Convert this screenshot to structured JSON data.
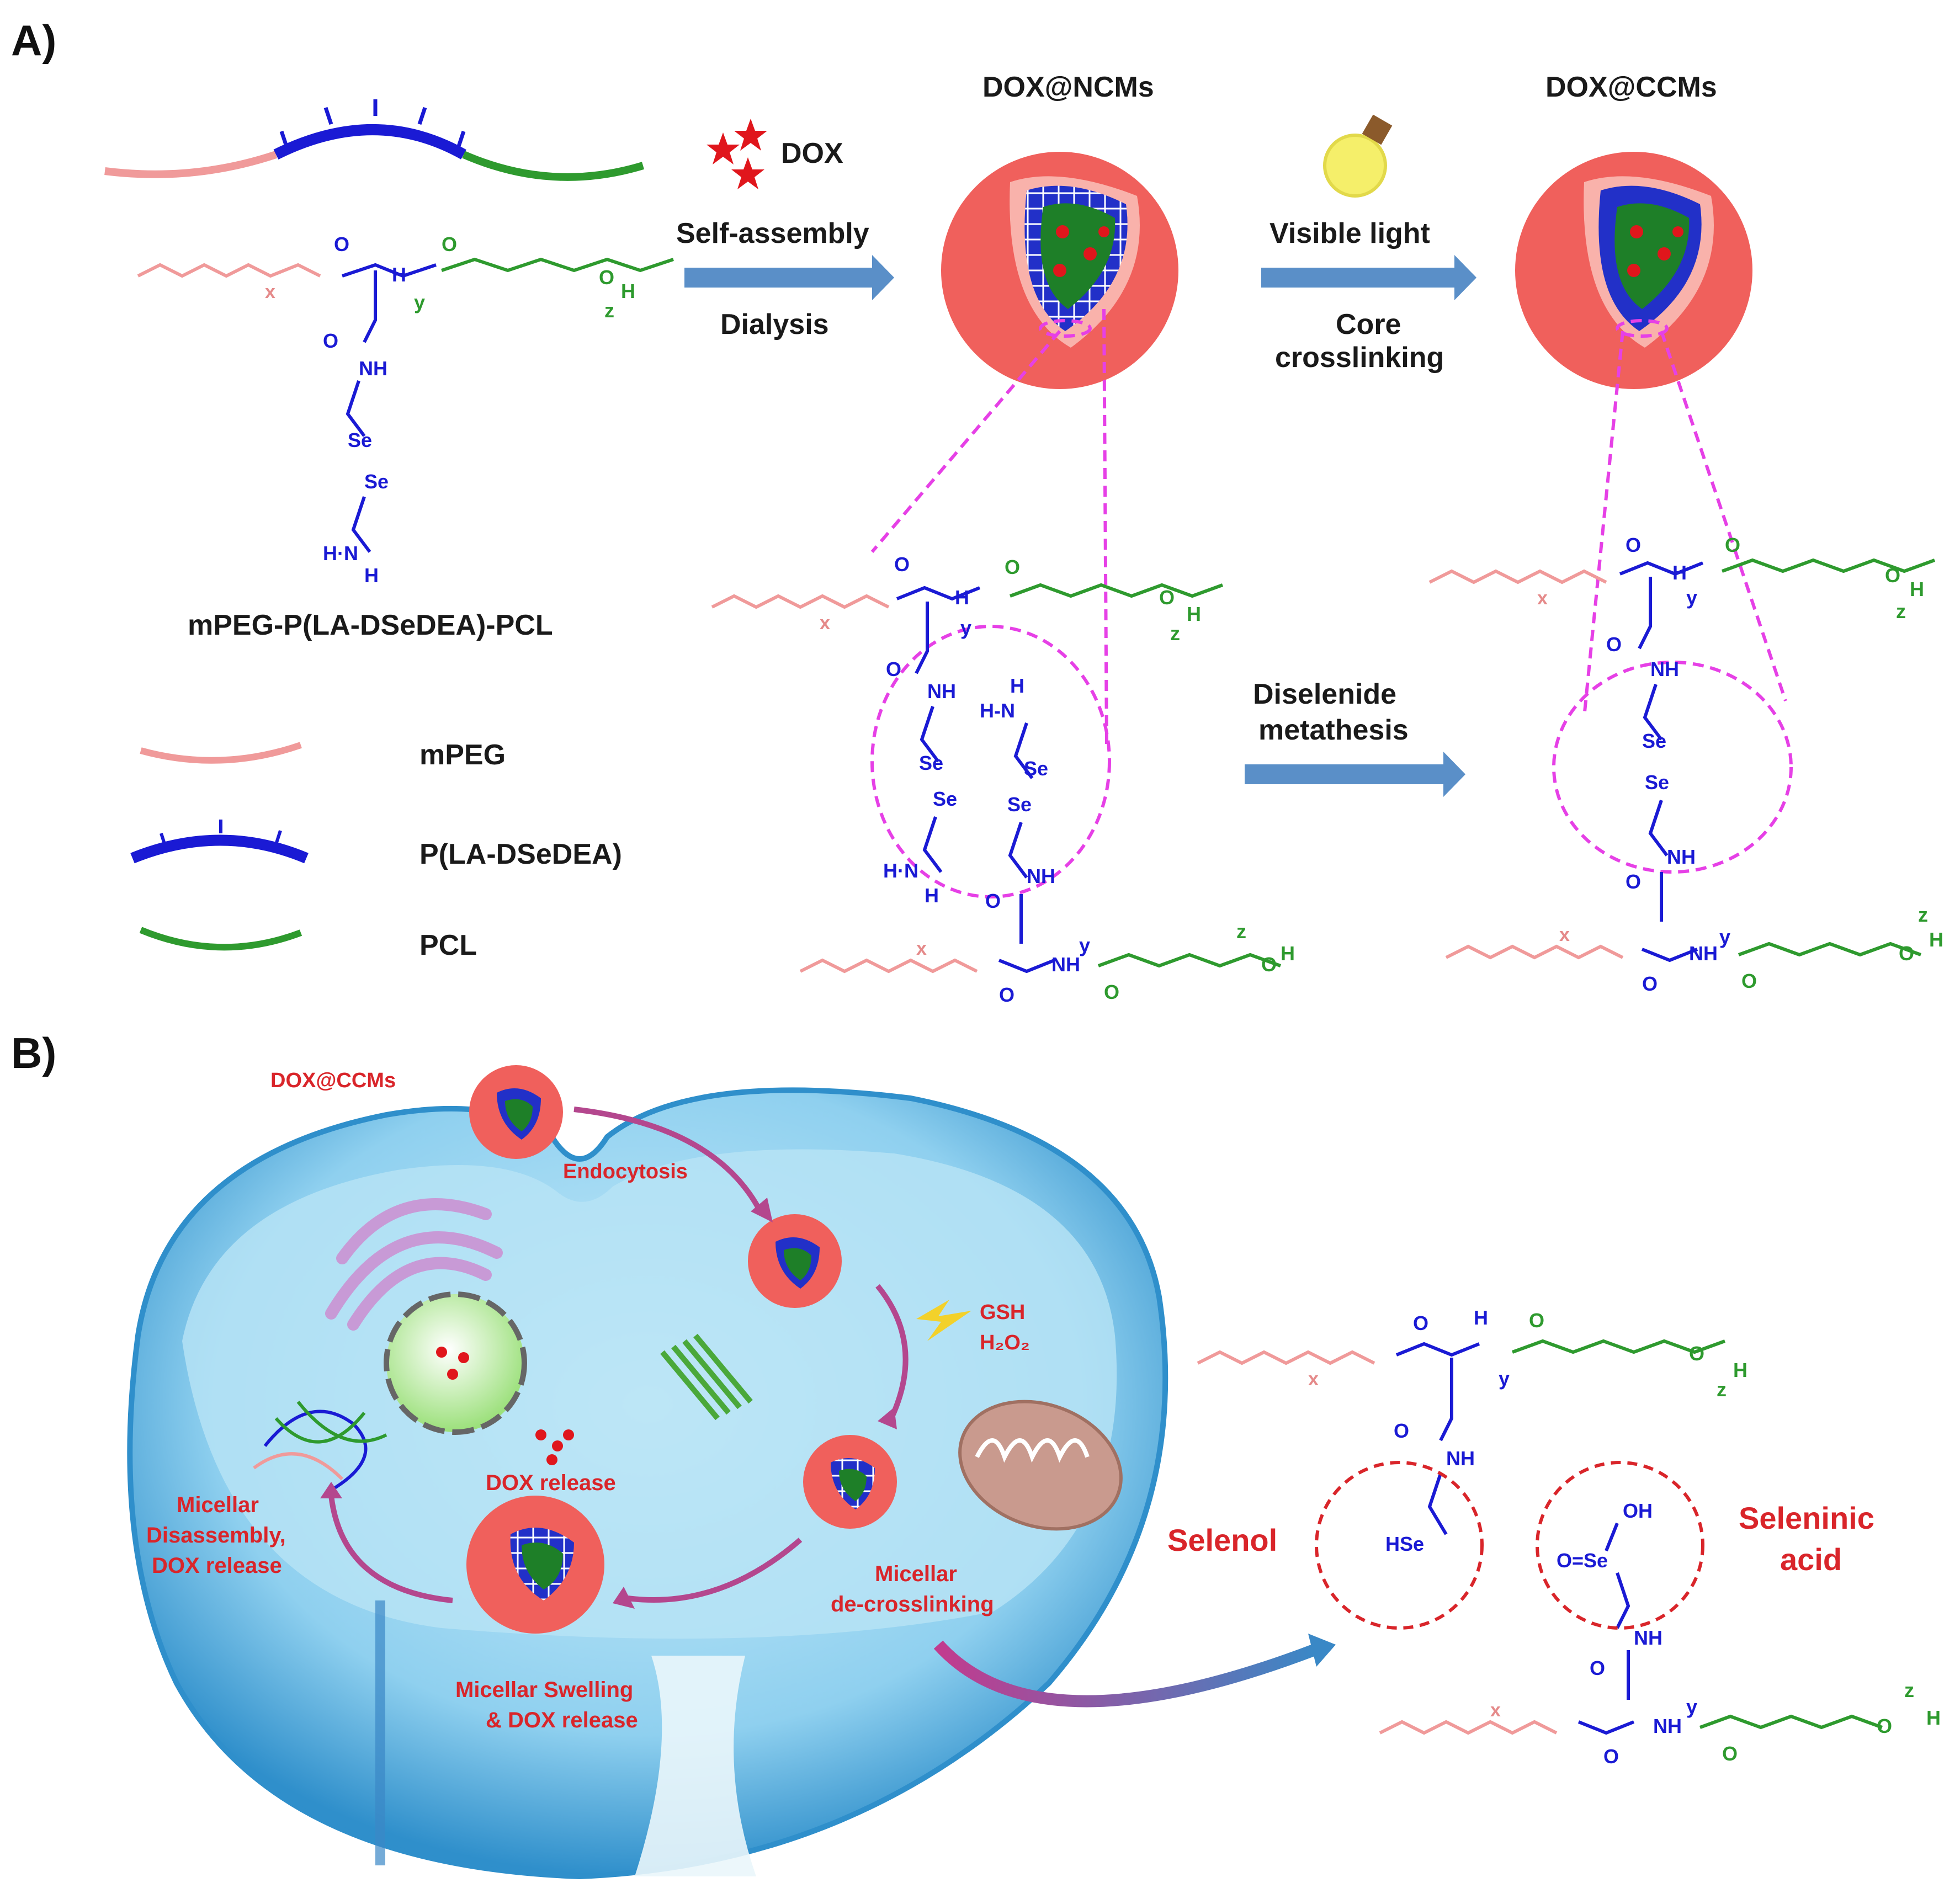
{
  "panels": {
    "a": "A)",
    "b": "B)"
  },
  "polymer": {
    "name": "mPEG-P(LA-DSeDEA)-PCL",
    "legend": [
      "mPEG",
      "P(LA-DSeDEA)",
      "PCL"
    ]
  },
  "steps": {
    "dox": "DOX",
    "self_assembly": "Self-assembly",
    "dialysis": "Dialysis",
    "ncm": "DOX@NCMs",
    "ccm": "DOX@CCMs",
    "visible_light": "Visible light",
    "core_crosslinking_1": "Core",
    "core_crosslinking_2": "crosslinking",
    "metathesis_1": "Diselenide",
    "metathesis_2": "metathesis"
  },
  "cell": {
    "ccms": "DOX@CCMs",
    "endocytosis": "Endocytosis",
    "gsh": "GSH",
    "h2o2": "H₂O₂",
    "dox_release": "DOX release",
    "disassembly_1": "Micellar",
    "disassembly_2": "Disassembly,",
    "disassembly_3": "DOX release",
    "decrosslink_1": "Micellar",
    "decrosslink_2": "de-crosslinking",
    "swelling_1": "Micellar Swelling",
    "swelling_2": "& DOX release"
  },
  "products": {
    "selenol": "Selenol",
    "seleninic_1": "Seleninic",
    "seleninic_2": "acid"
  },
  "chem": {
    "O": "O",
    "H": "H",
    "NH": "NH",
    "HN": "H-N",
    "Se": "Se",
    "HSe": "HSe",
    "x": "x",
    "y": "y",
    "z": "z",
    "OH": "OH",
    "OSe": "O=Se",
    "H2N": "H·N",
    "NHH": "H-N"
  },
  "colors": {
    "peg": "#f09a9a",
    "lapart": "#1a1ad4",
    "pcl": "#2e9a2e",
    "micelle": "#f0605c",
    "core": "#1e7f28",
    "dox": "#e0161c",
    "arrow": "#5a8fc8",
    "dash": "#e640e6",
    "cell": "#7ec6ea"
  }
}
